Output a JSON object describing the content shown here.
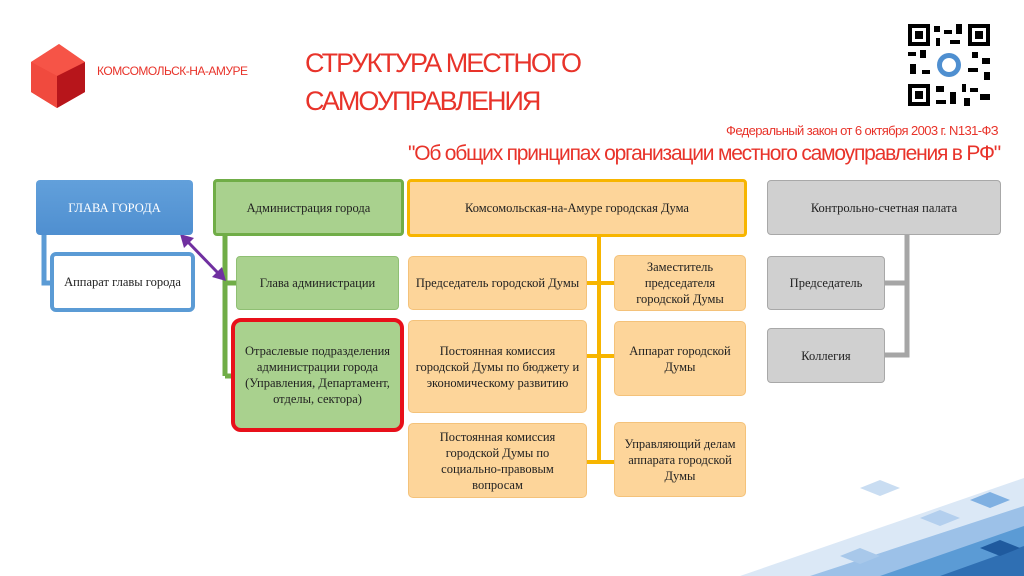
{
  "header": {
    "city": "КОМСОМОЛЬСК-НА-АМУРЕ",
    "title_line1": "СТРУКТУРА МЕСТНОГО",
    "title_line2": "САМОУПРАВЛЕНИЯ",
    "law_line1": "Федеральный закон от 6 октября 2003 г. N131-ФЗ",
    "law_line2": "\"Об общих принципах организации местного самоуправления в РФ\""
  },
  "nodes": {
    "head": "ГЛАВА ГОРОДА",
    "head_office": "Аппарат главы города",
    "admin": "Администрация города",
    "admin_head": "Глава администрации",
    "branch": "Отраслевые подразделения администрации города (Управления, Департамент, отделы, сектора)",
    "duma": "Комсомольская-на-Амуре городская Дума",
    "duma_chair": "Председатель городской Думы",
    "duma_vice": "Заместитель председателя городской Думы",
    "budget_comm": "Постоянная комиссия городской Думы по бюджету и экономическому развитию",
    "duma_office": "Аппарат городской Думы",
    "social_comm": "Постоянная комиссия городской Думы по социально-правовым вопросам",
    "duma_manager": "Управляющий делам аппарата городской Думы",
    "audit": "Контрольно-счетная палата",
    "audit_chair": "Председатель",
    "audit_board": "Коллегия"
  },
  "colors": {
    "accent": "#e8332a",
    "blue": "#5b9bd5",
    "green": "#70ad47",
    "orange_line": "#f7b500",
    "gray_line": "#a6a6a6",
    "arrow": "#7030a0"
  }
}
